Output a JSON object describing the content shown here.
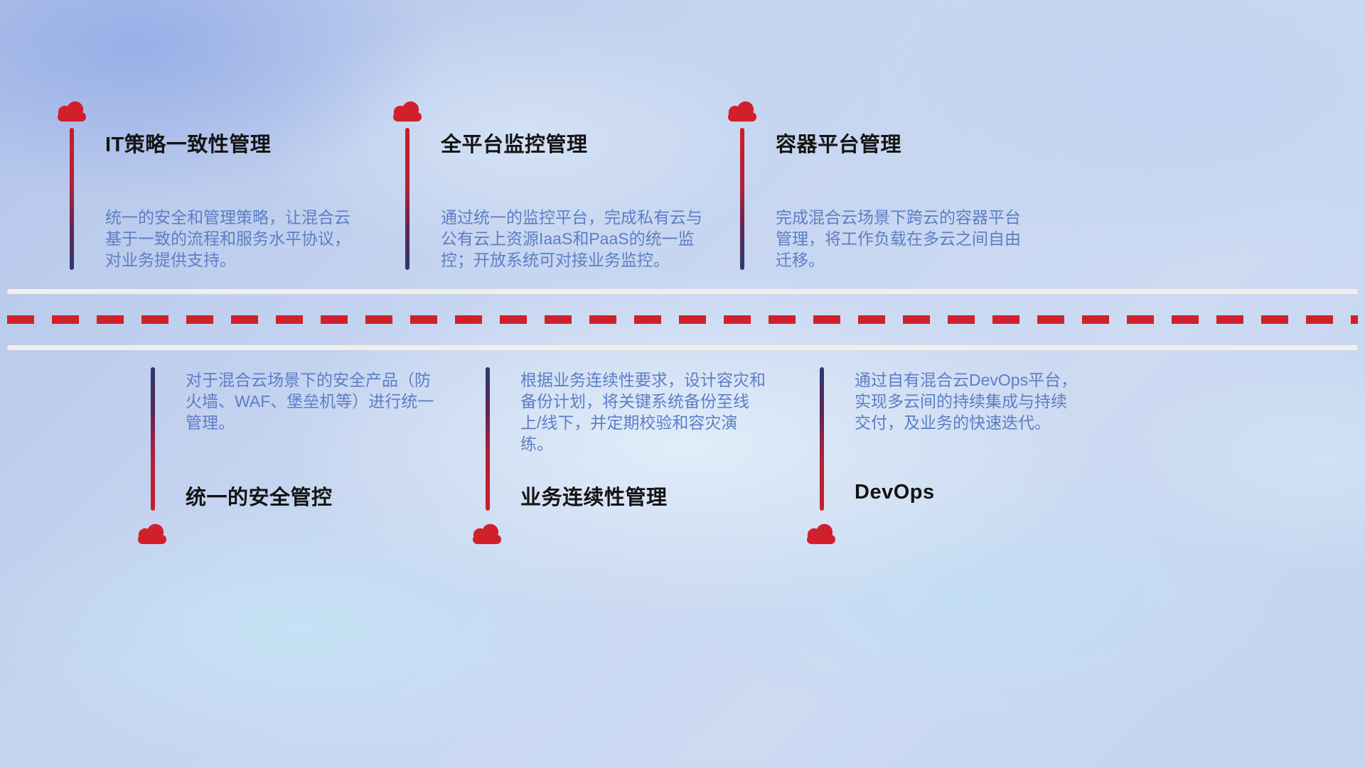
{
  "colors": {
    "accent_red": "#d0202b",
    "stem_navy": "#2d3a6f",
    "desc_blue": "#5d7ec5",
    "title_black": "#141414",
    "road_white": "#f4eeeb"
  },
  "icons": {
    "cloud": "cloud-icon"
  },
  "items_top": [
    {
      "title": "IT策略一致性管理",
      "desc": "统一的安全和管理策略，让混合云基于一致的流程和服务水平协议，对业务提供支持。"
    },
    {
      "title": "全平台监控管理",
      "desc": "通过统一的监控平台，完成私有云与公有云上资源IaaS和PaaS的统一监控；开放系统可对接业务监控。"
    },
    {
      "title": "容器平台管理",
      "desc": "完成混合云场景下跨云的容器平台管理，将工作负载在多云之间自由迁移。"
    }
  ],
  "items_bottom": [
    {
      "title": "统一的安全管控",
      "desc": "对于混合云场景下的安全产品（防火墙、WAF、堡垒机等）进行统一管理。"
    },
    {
      "title": "业务连续性管理",
      "desc": "根据业务连续性要求，设计容灾和备份计划，将关键系统备份至线上/线下，并定期校验和容灾演练。"
    },
    {
      "title": "DevOps",
      "desc": "通过自有混合云DevOps平台，实现多云间的持续集成与持续交付，及业务的快速迭代。"
    }
  ]
}
